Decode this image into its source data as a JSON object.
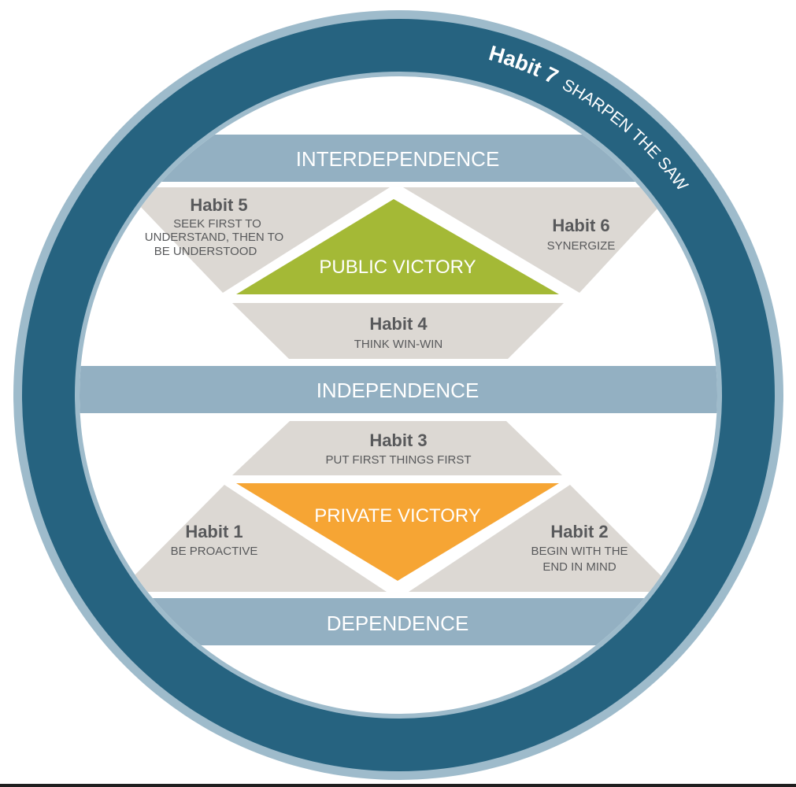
{
  "colors": {
    "ring_outer": "#9ebbcb",
    "ring": "#266380",
    "band": "#93b0c2",
    "tile": "#dcd8d3",
    "public_victory": "#a4b936",
    "private_victory": "#f6a534",
    "text_dark": "#58595b",
    "text_light": "#ffffff"
  },
  "ring": {
    "label_title": "Habit 7",
    "label_text": "SHARPEN THE SAW"
  },
  "bands": {
    "interdependence": "INTERDEPENDENCE",
    "independence": "INDEPENDENCE",
    "dependence": "DEPENDENCE"
  },
  "victories": {
    "public": "PUBLIC VICTORY",
    "private": "PRIVATE VICTORY"
  },
  "habits": {
    "habit1": {
      "title": "Habit 1",
      "lines": [
        "BE PROACTIVE"
      ]
    },
    "habit2": {
      "title": "Habit 2",
      "lines": [
        "BEGIN WITH THE",
        "END IN MIND"
      ]
    },
    "habit3": {
      "title": "Habit 3",
      "lines": [
        "PUT FIRST THINGS FIRST"
      ]
    },
    "habit4": {
      "title": "Habit 4",
      "lines": [
        "THINK WIN-WIN"
      ]
    },
    "habit5": {
      "title": "Habit 5",
      "lines": [
        "SEEK FIRST TO",
        "UNDERSTAND, THEN TO",
        "BE UNDERSTOOD"
      ]
    },
    "habit6": {
      "title": "Habit 6",
      "lines": [
        "SYNERGIZE"
      ]
    }
  }
}
